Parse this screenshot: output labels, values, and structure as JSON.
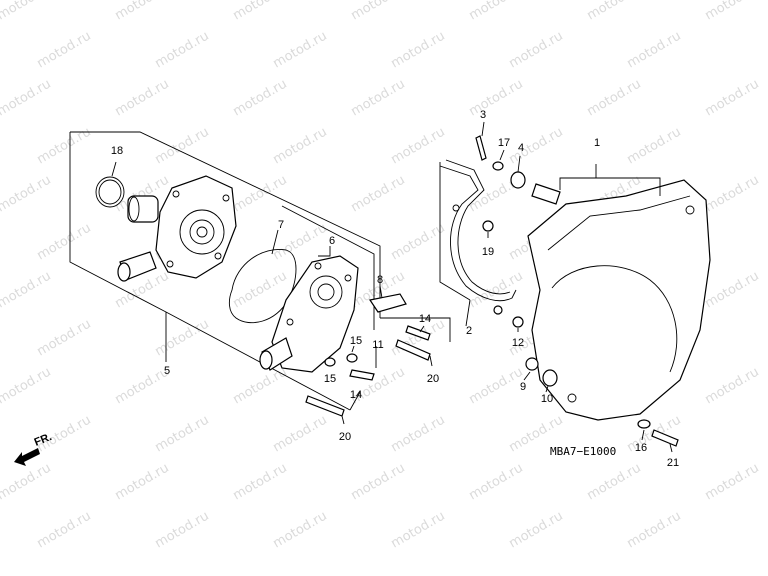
{
  "watermark": "motod.ru",
  "diagram_code": "MBA7−E1000",
  "front_label": "FR.",
  "callouts": {
    "c1": "1",
    "c2": "2",
    "c3": "3",
    "c4": "4",
    "c5": "5",
    "c6": "6",
    "c7": "7",
    "c8": "8",
    "c9": "9",
    "c10": "10",
    "c11": "11",
    "c12": "12",
    "c14a": "14",
    "c14b": "14",
    "c15a": "15",
    "c15b": "15",
    "c16": "16",
    "c17": "17",
    "c18": "18",
    "c19": "19",
    "c20a": "20",
    "c20b": "20",
    "c21": "21"
  }
}
